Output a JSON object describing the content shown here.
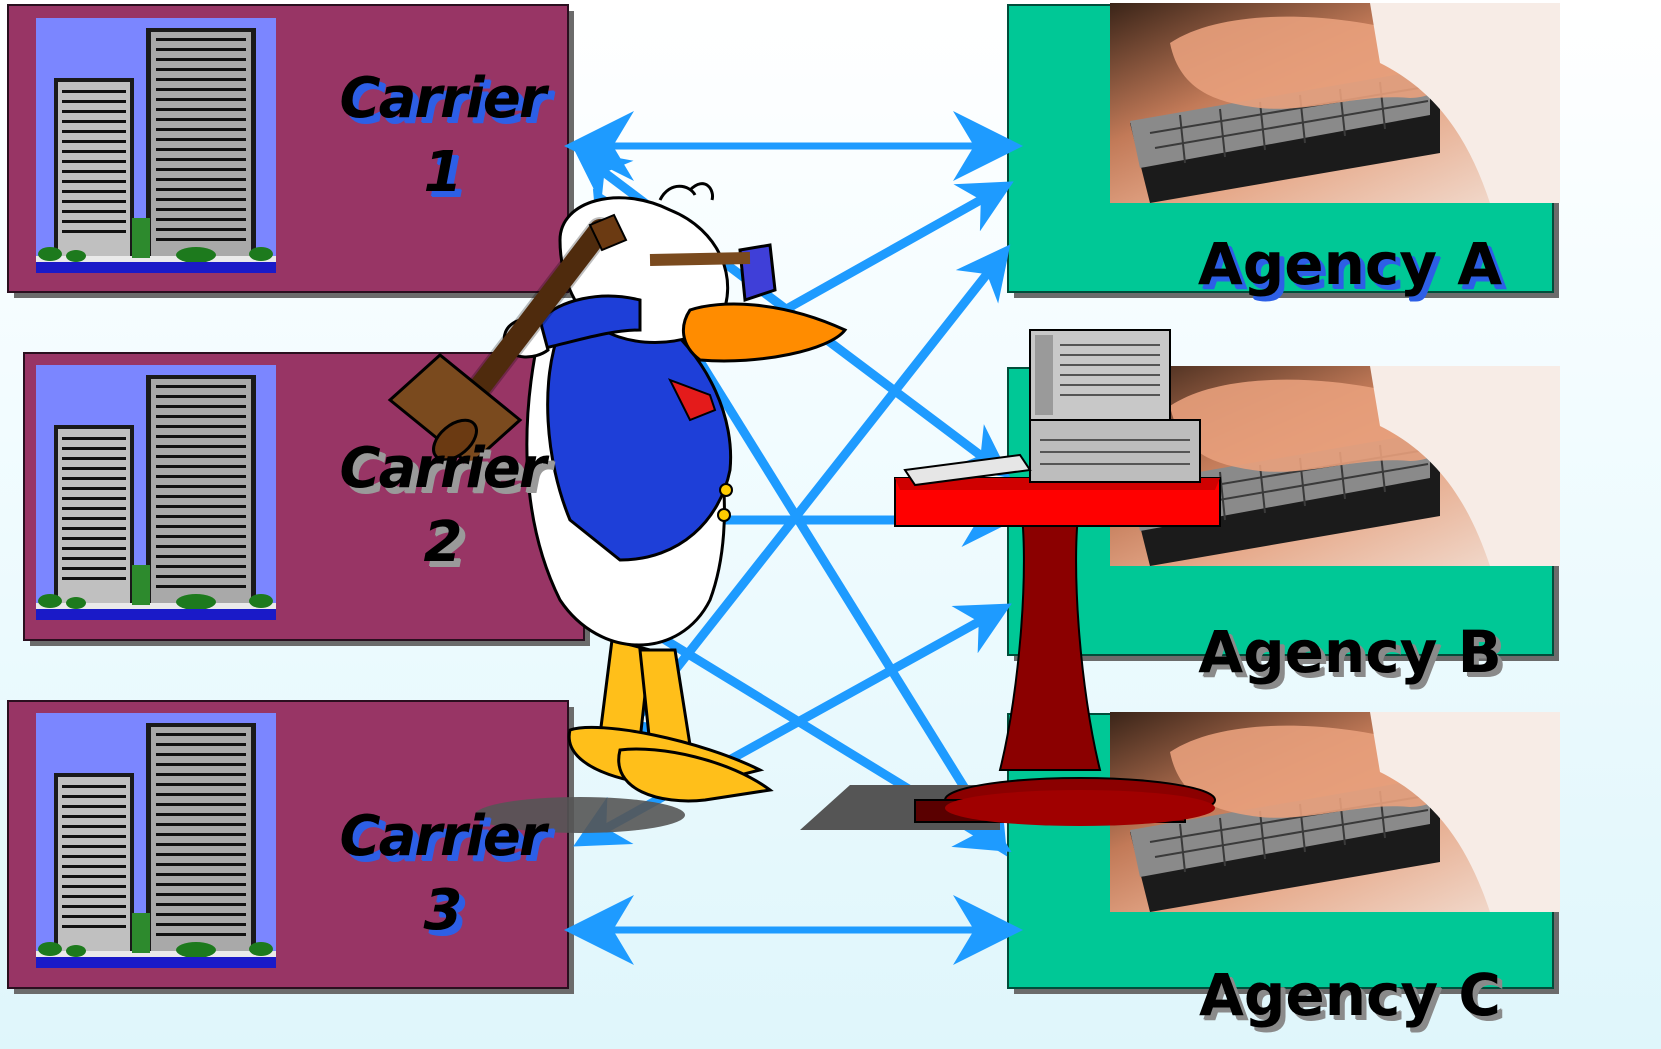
{
  "carriers": [
    {
      "line1": "Carrier",
      "line2": "1"
    },
    {
      "line1": "Carrier",
      "line2": "2"
    },
    {
      "line1": "Carrier",
      "line2": "3"
    }
  ],
  "agencies": [
    {
      "label": "Agency A"
    },
    {
      "label": "Agency B"
    },
    {
      "label": "Agency C"
    }
  ],
  "colors": {
    "carrier_box": "#983565",
    "agency_box": "#00c896",
    "arrow": "#1e9bff",
    "building_sky": "#7b86ff",
    "table_top": "#ff0000",
    "table_base": "#8b0000",
    "duck_jacket": "#1e3fd8",
    "duck_beak": "#ff8c00"
  },
  "icons": [
    "office-building-icon",
    "typing-hands-photo",
    "duck-with-mallet-clipart",
    "computer-on-table-clipart"
  ]
}
